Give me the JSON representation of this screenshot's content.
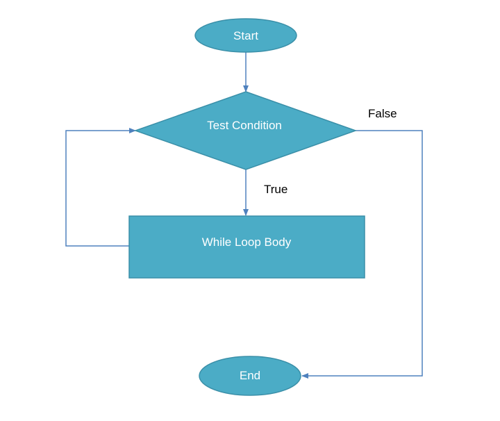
{
  "nodes": {
    "start": {
      "label": "Start"
    },
    "condition": {
      "label": "Test Condition"
    },
    "body": {
      "label": "While Loop Body"
    },
    "end": {
      "label": "End"
    }
  },
  "edges": {
    "true_label": "True",
    "false_label": "False"
  },
  "colors": {
    "node_fill": "#4BACC6",
    "node_stroke": "#3A8FA8",
    "connector": "#4F81BD",
    "node_text": "#FFFFFF",
    "edge_text": "#000000"
  }
}
